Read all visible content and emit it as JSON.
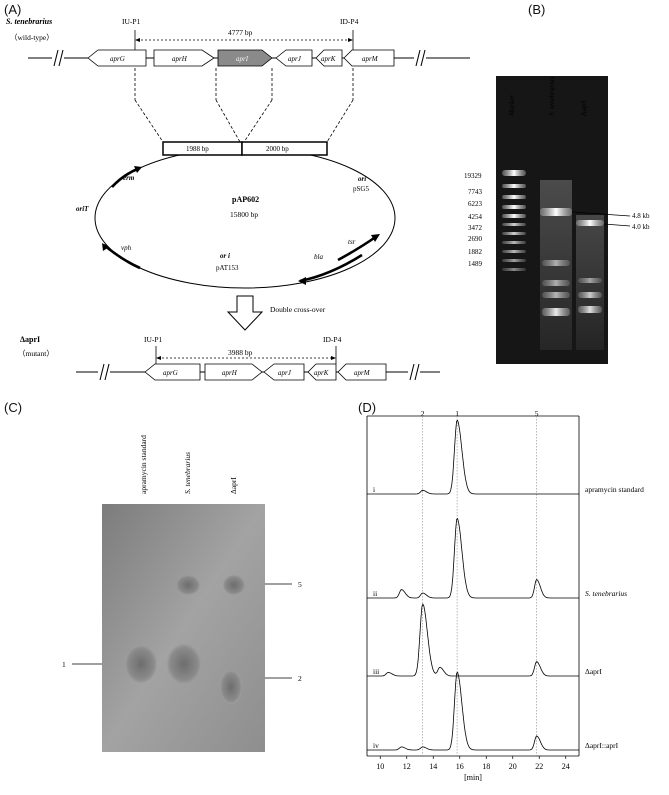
{
  "panels": {
    "a": "(A)",
    "b": "(B)",
    "c": "(C)",
    "d": "(D)"
  },
  "panel_a": {
    "wildtype_name": "S. tenebrarius",
    "wildtype_sub": "（wild-type）",
    "iu_label": "IU-P1",
    "id_label": "ID-P4",
    "span_wt": "4777 bp",
    "genes_wt": [
      "aprG",
      "aprH",
      "aprI",
      "aprJ",
      "aprK",
      "aprM"
    ],
    "left_arm": "1988 bp",
    "right_arm": "2000 bp",
    "plasmid_name": "pAP602",
    "plasmid_size": "15800 bp",
    "erm": "erm",
    "oriT": "oriT",
    "ori_label": "ori",
    "pSG5": "pSG5",
    "vph": "vph",
    "ori_i": "or i",
    "pAT153": "pAT153",
    "bla": "bla",
    "tsr": "tsr",
    "crossover": "Double cross-over",
    "mutant_name": "ΔaprI",
    "mutant_sub": "（mutant）",
    "span_mut": "3988 bp",
    "genes_mut": [
      "aprG",
      "aprH",
      "aprJ",
      "aprK",
      "aprM"
    ]
  },
  "panel_b": {
    "lanes": [
      "Marker",
      "S. tenebrarius",
      "ΔaprI"
    ],
    "marker_sizes": [
      "19329",
      "7743",
      "6223",
      "4254",
      "3472",
      "2690",
      "1882",
      "1489"
    ],
    "band_labels": [
      "4.8 kb",
      "4.0 kb"
    ]
  },
  "panel_c": {
    "lanes": [
      "apramycin standard",
      "S. tenebrarius",
      "ΔaprI"
    ],
    "spot_labels": {
      "left": "1",
      "right_top": "5",
      "right_bottom": "2"
    }
  },
  "chart_data": {
    "type": "line",
    "xlabel": "[min]",
    "xlim": [
      9,
      25
    ],
    "xticks": [
      10,
      12,
      14,
      16,
      18,
      20,
      22,
      24
    ],
    "ref_lines": [
      {
        "label": "2",
        "x": 13.2
      },
      {
        "label": "1",
        "x": 15.8
      },
      {
        "label": "5",
        "x": 21.8
      }
    ],
    "series": [
      {
        "roman": "i",
        "name": "apramycin standard",
        "peaks": [
          {
            "x": 13.2,
            "h": 0.05
          },
          {
            "x": 15.8,
            "h": 1.0
          }
        ]
      },
      {
        "roman": "ii",
        "name": "S. tenebrarius",
        "peaks": [
          {
            "x": 11.6,
            "h": 0.1
          },
          {
            "x": 13.2,
            "h": 0.06
          },
          {
            "x": 15.8,
            "h": 0.95
          },
          {
            "x": 21.8,
            "h": 0.22
          }
        ]
      },
      {
        "roman": "iii",
        "name": "ΔaprI",
        "peaks": [
          {
            "x": 10.6,
            "h": 0.05
          },
          {
            "x": 13.2,
            "h": 1.0
          },
          {
            "x": 14.5,
            "h": 0.12
          },
          {
            "x": 21.8,
            "h": 0.2
          }
        ]
      },
      {
        "roman": "iv",
        "name": "ΔaprI::aprI",
        "peaks": [
          {
            "x": 11.6,
            "h": 0.04
          },
          {
            "x": 13.2,
            "h": 0.04
          },
          {
            "x": 15.8,
            "h": 1.0
          },
          {
            "x": 21.8,
            "h": 0.18
          }
        ]
      }
    ]
  }
}
